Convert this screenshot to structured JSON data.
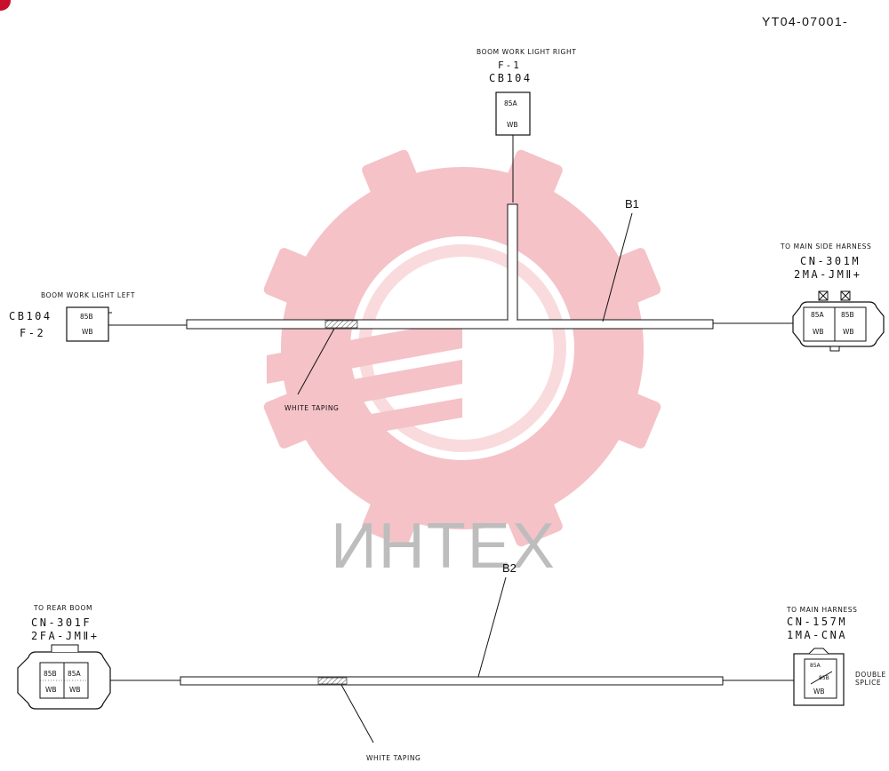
{
  "doc_id": "YT04-07001-",
  "colors": {
    "watermark": "#f3b7bd",
    "watermark_text": "#bdbdbd",
    "corner_badge": "#c8102e",
    "line": "#111111"
  },
  "watermark": {
    "icon": "gear-icon",
    "text": "ИНТЕХ"
  },
  "harness_b1": {
    "label": "B1",
    "top_connector": {
      "title": "BOOM WORK LIGHT RIGHT",
      "ref": "F-1",
      "code": "CB104",
      "pin": "85A",
      "wire": "WB"
    },
    "left_connector": {
      "title": "BOOM WORK LIGHT LEFT",
      "code": "CB104",
      "ref": "F-2",
      "pin": "85B",
      "wire": "WB"
    },
    "right_connector": {
      "title": "TO MAIN SIDE HARNESS",
      "code": "CN-301M",
      "type": "2MA-JMⅡ+",
      "pins": [
        {
          "pin": "85A",
          "wire": "WB"
        },
        {
          "pin": "85B",
          "wire": "WB"
        }
      ]
    },
    "taping": "WHITE TAPING"
  },
  "harness_b2": {
    "label": "B2",
    "left_connector": {
      "title": "TO REAR BOOM",
      "code": "CN-301F",
      "type": "2FA-JMⅡ+",
      "pins": [
        {
          "pin": "85B",
          "wire": "WB"
        },
        {
          "pin": "85A",
          "wire": "WB"
        }
      ]
    },
    "right_connector": {
      "title": "TO MAIN HARNESS",
      "code": "CN-157M",
      "type": "1MA-CNA",
      "pin_top": "85A",
      "pin_bottom": "85B",
      "wire": "WB",
      "splice_line1": "DOUBLE",
      "splice_line2": "SPLICE"
    },
    "taping": "WHITE TAPING"
  }
}
